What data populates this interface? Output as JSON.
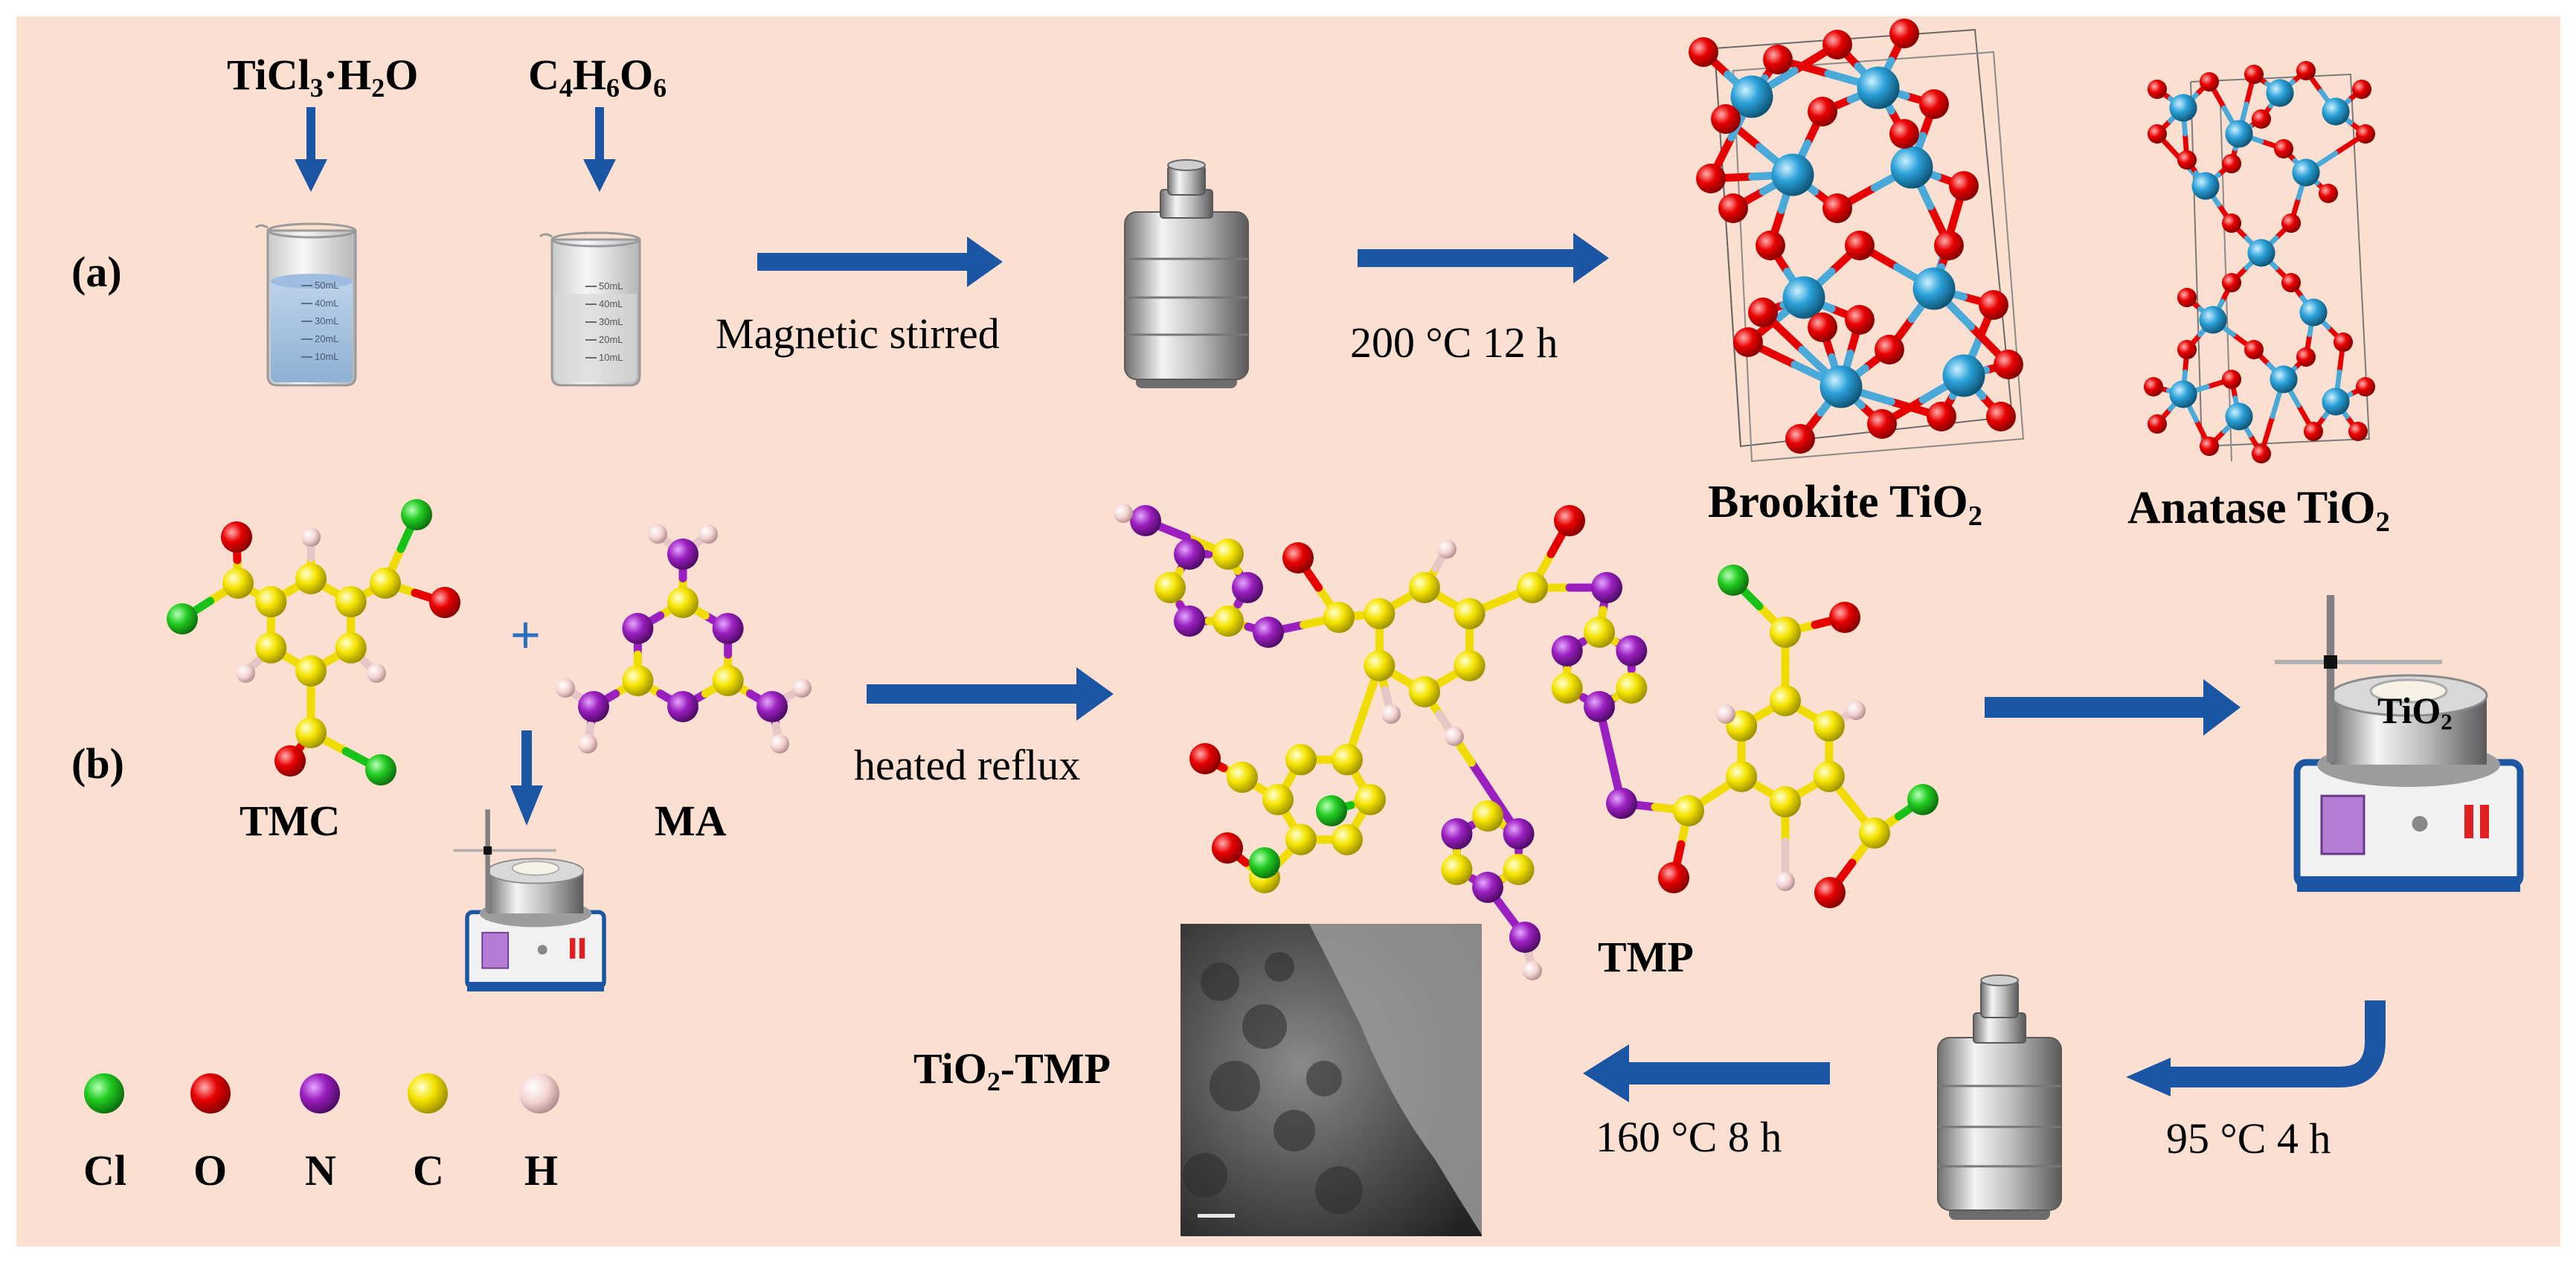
{
  "panel_a": {
    "tag": "(a)",
    "reagent1_main": "TiCl",
    "reagent1_sub1": "3",
    "reagent1_mid": "·H",
    "reagent1_sub2": "2",
    "reagent1_end": "O",
    "reagent2_c": "C",
    "reagent2_c_sub": "4",
    "reagent2_h": "H",
    "reagent2_h_sub": "6",
    "reagent2_o": "O",
    "reagent2_o_sub": "6",
    "beaker_marks": [
      "50mL",
      "40mL",
      "30mL",
      "20mL",
      "10mL"
    ],
    "step1": "Magnetic stirred",
    "step2": "200 °C 12 h",
    "product1_main": "Brookite TiO",
    "product1_sub": "2",
    "product2_main": "Anatase TiO",
    "product2_sub": "2"
  },
  "panel_b": {
    "tag": "(b)",
    "plus": "+",
    "reactant1": "TMC",
    "reactant2": "MA",
    "step1": "heated reflux",
    "intermediate": "TMP",
    "heater_label_main": "TiO",
    "heater_label_sub": "2",
    "step2": "95 °C 4 h",
    "step3": "160 °C 8 h",
    "final_main": "TiO",
    "final_sub": "2",
    "final_end": "-TMP"
  },
  "legend": [
    {
      "label": "Cl",
      "color": "#19c219"
    },
    {
      "label": "O",
      "color": "#e60000"
    },
    {
      "label": "N",
      "color": "#9b1fc0"
    },
    {
      "label": "C",
      "color": "#f5e400"
    },
    {
      "label": "H",
      "color": "#f3d2d2"
    }
  ],
  "colors": {
    "background": "#fbe0d1",
    "arrow": "#1b56a4",
    "titanium": "#2aa0d8",
    "oxygen": "#e60000"
  }
}
